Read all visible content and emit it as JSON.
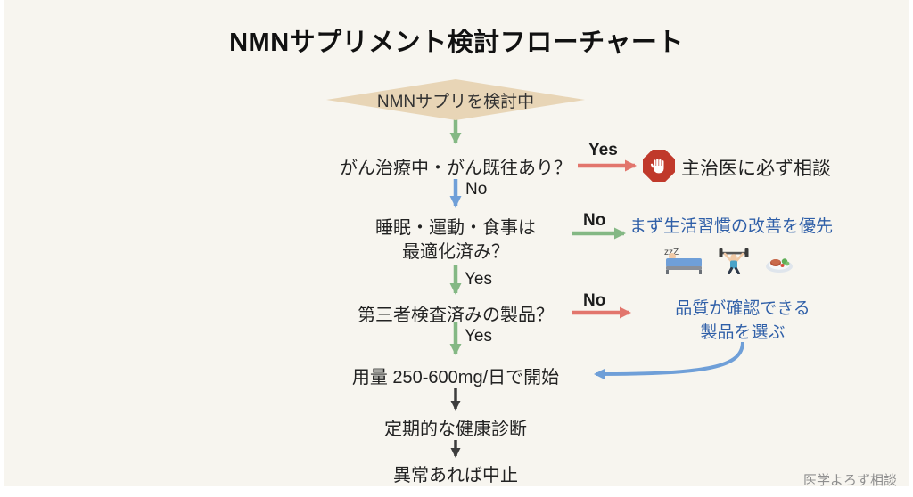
{
  "title": "NMNサプリメント検討フローチャート",
  "watermark": "医学よろず相談",
  "flow": {
    "start": "NMNサプリを検討中",
    "q_cancer": {
      "text": "がん治療中・がん既往あり？",
      "yes_label": "Yes",
      "no_label": "No",
      "yes_result": "主治医に必ず相談"
    },
    "q_lifestyle": {
      "line1": "睡眠・運動・食事は",
      "line2": "最適化済み？",
      "no_label": "No",
      "yes_label": "Yes",
      "no_result": "まず生活習慣の改善を優先"
    },
    "q_quality": {
      "text": "第三者検査済みの製品？",
      "no_label": "No",
      "yes_label": "Yes",
      "no_result_line1": "品質が確認できる",
      "no_result_line2": "製品を選ぶ"
    },
    "step_dose": "用量 250-600mg/日で開始",
    "step_checkup": "定期的な健康診断",
    "step_stop": "異常あれば中止"
  },
  "icons": {
    "zzz": "zzZ",
    "stop_hand": "stop-hand-icon",
    "sleep": "sleep-icon",
    "exercise": "exercise-icon",
    "diet": "diet-icon"
  },
  "colors": {
    "background": "#f7f5ef",
    "diamond_fill": "#e8d5b6",
    "arrow_green": "#84b884",
    "arrow_blue": "#6f9fd8",
    "arrow_red": "#e2756c",
    "arrow_dark": "#3d3d3d",
    "result_text_blue": "#2f5fa8",
    "stop_sign_red": "#c0392b"
  }
}
